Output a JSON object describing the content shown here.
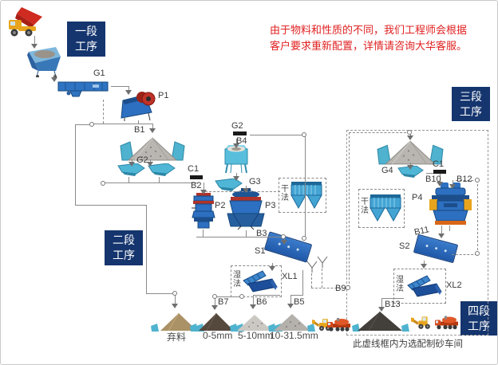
{
  "notice": {
    "line1": "由于物料和性质的不同，我们工程师会根据",
    "line2": "客户要求重新配置，详情请咨询大华客服。"
  },
  "stages": {
    "s1": {
      "line1": "一段",
      "line2": "工序"
    },
    "s2": {
      "line1": "二段",
      "line2": "工序"
    },
    "s3": {
      "line1": "三段",
      "line2": "工序"
    },
    "s4": {
      "line1": "四段",
      "line2": "工序"
    }
  },
  "labels": {
    "g1": "G1",
    "p1": "P1",
    "b1": "B1",
    "g2_pile": "G2",
    "c1a": "C1",
    "b2": "B2",
    "p2": "P2",
    "g2_bin": "G2",
    "b4": "B4",
    "g3": "G3",
    "p3": "P3",
    "b3": "B3",
    "s1": "S1",
    "xl1": "XL1",
    "b7": "B7",
    "b6": "B6",
    "b5": "B5",
    "b9": "B9",
    "g4": "G4",
    "c1b": "C1",
    "b10": "B10",
    "b12": "B12",
    "p4": "P4",
    "b11": "B11",
    "s2": "S2",
    "xl2": "XL2",
    "b13": "B13"
  },
  "method_boxes": {
    "dry1": "干法",
    "wet1": "湿法",
    "dry2": "干法",
    "wet2": "湿法"
  },
  "piles": {
    "waste": "弃料",
    "p05": "0-5mm",
    "p510": "5-10mm",
    "p1031": "10-31.5mm"
  },
  "workshop_note": "此虚线框内为选配制砂车间",
  "colors": {
    "stage_box": "#15356e",
    "notice_red": "#e02222",
    "equip_blue": "#2d6fc0",
    "light_blue": "#58bedc",
    "cyan_chute": "#4fb3cf",
    "line_gray": "#8a8a8a",
    "red_accent": "#c03227",
    "yellow": "#e8a41c"
  }
}
